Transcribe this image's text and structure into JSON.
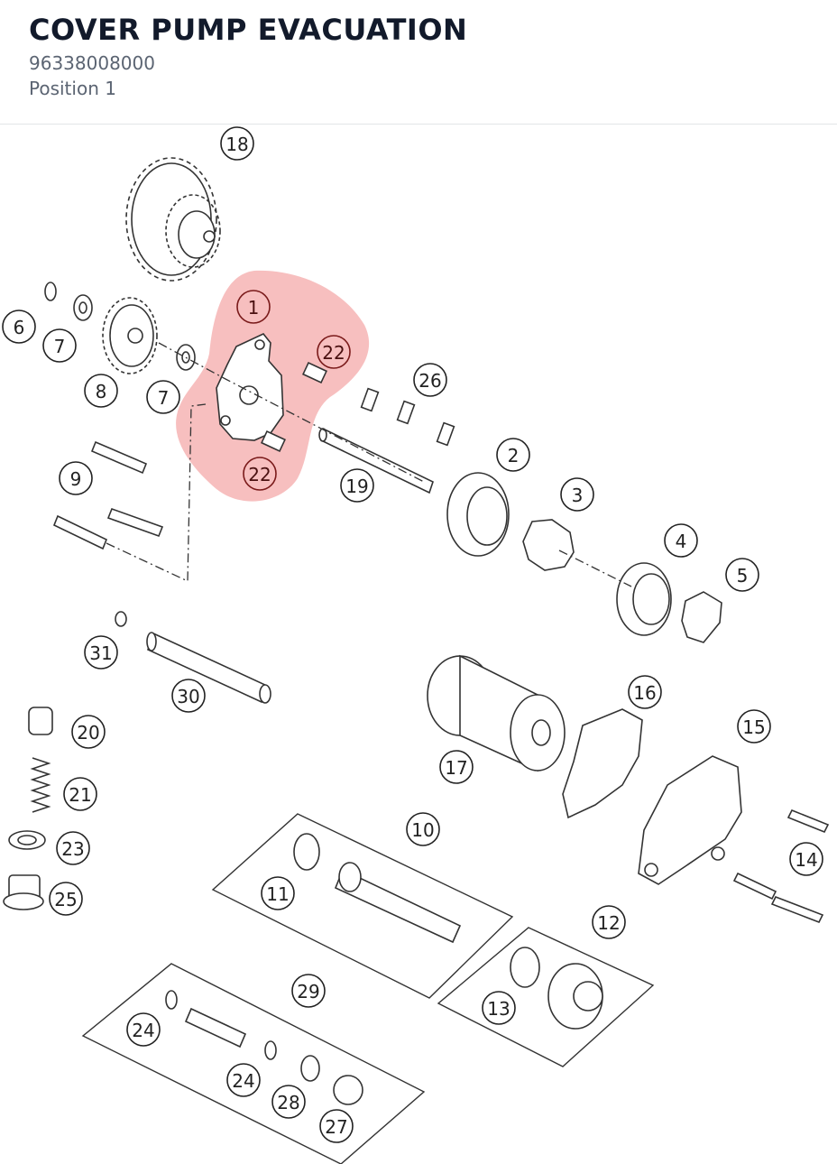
{
  "header": {
    "title": "COVER PUMP EVACUATION",
    "part_number": "96338008000",
    "position": "Position 1"
  },
  "diagram": {
    "highlight_color": "#f08a8a",
    "labels": [
      "18",
      "1",
      "22",
      "6",
      "7",
      "8",
      "7",
      "26",
      "9",
      "22",
      "19",
      "2",
      "3",
      "4",
      "5",
      "31",
      "30",
      "16",
      "15",
      "20",
      "17",
      "21",
      "10",
      "23",
      "14",
      "11",
      "25",
      "12",
      "29",
      "13",
      "24",
      "24",
      "28",
      "27"
    ]
  }
}
